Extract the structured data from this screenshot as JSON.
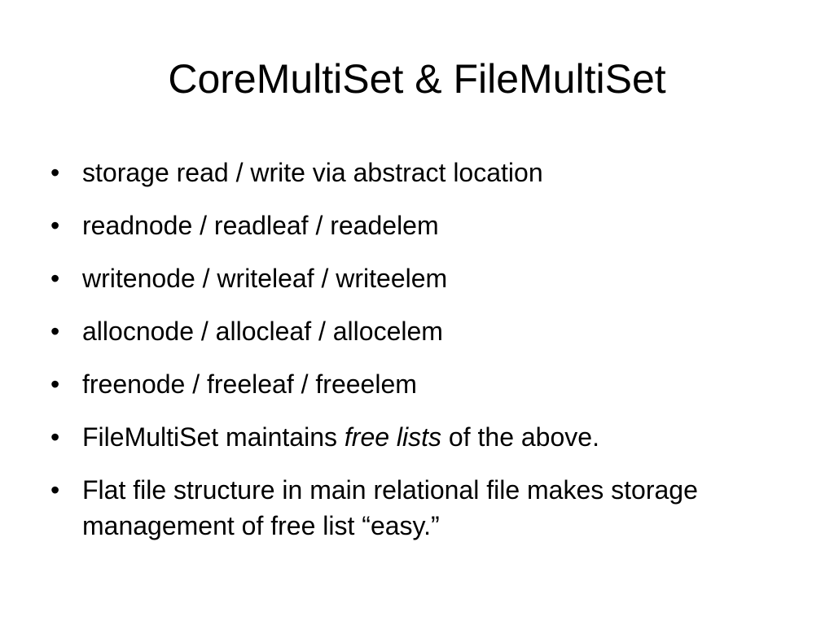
{
  "slide": {
    "title": "CoreMultiSet & FileMultiSet",
    "bullet_glyph": "•",
    "bullets": [
      {
        "text": "storage read / write via abstract location"
      },
      {
        "text": "readnode / readleaf / readelem"
      },
      {
        "text": "writenode / writeleaf / writeelem"
      },
      {
        "text": "allocnode / allocleaf / allocelem"
      },
      {
        "text": "freenode / freeleaf / freeelem"
      },
      {
        "before": "FileMultiSet maintains ",
        "emphasis": "free lists",
        "after": " of the above."
      },
      {
        "text": "Flat file structure in main relational file makes storage management of free list “easy.”"
      }
    ]
  },
  "colors": {
    "background": "#ffffff",
    "text": "#000000"
  }
}
